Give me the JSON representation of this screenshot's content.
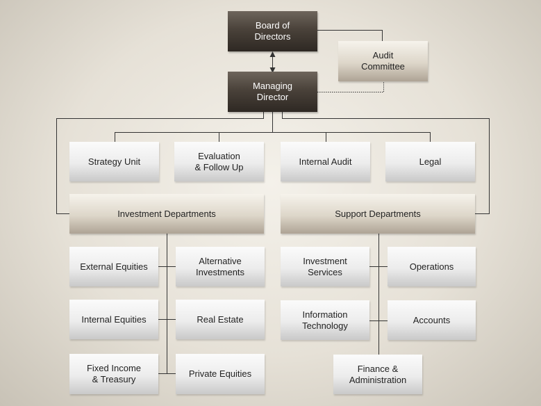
{
  "boxes": {
    "board": "Board of\nDirectors",
    "audit_committee": "Audit\nCommittee",
    "managing_director": "Managing\nDirector",
    "strategy_unit": "Strategy Unit",
    "evaluation": "Evaluation\n& Follow Up",
    "internal_audit": "Internal Audit",
    "legal": "Legal",
    "investment_departments": "Investment Departments",
    "support_departments": "Support Departments",
    "external_equities": "External Equities",
    "alternative_investments": "Alternative\nInvestments",
    "internal_equities": "Internal Equities",
    "real_estate": "Real Estate",
    "fixed_income": "Fixed Income\n& Treasury",
    "private_equities": "Private Equities",
    "investment_services": "Investment\nServices",
    "operations": "Operations",
    "information_technology": "Information\nTechnology",
    "accounts": "Accounts",
    "finance_administration": "Finance &\nAdministration"
  },
  "colors": {
    "line": "#333333",
    "dark_box": "#3a332d",
    "khaki_box": "#c9c0b2",
    "grey_box": "#e6e6e6"
  }
}
